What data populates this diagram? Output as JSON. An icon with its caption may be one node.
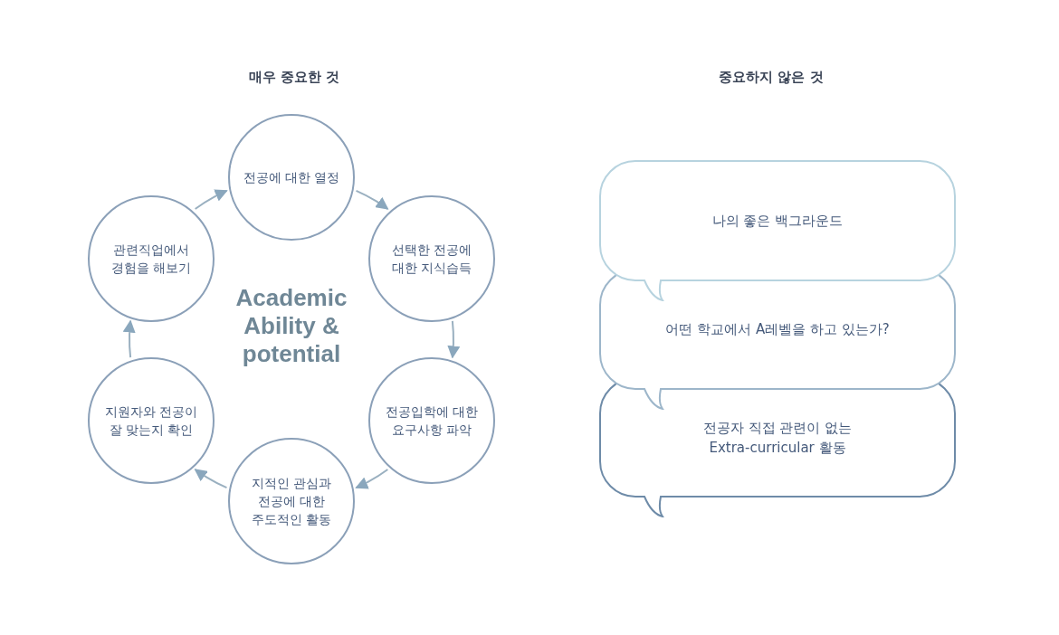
{
  "diagram": {
    "nodes": [
      {
        "text": [
          "전공에 대한 열정"
        ]
      },
      {
        "text": [
          "선택한 전공에 대한 지식습득"
        ]
      },
      {
        "text": [
          "전공입학에 대한 요구사항 파악"
        ]
      },
      {
        "text": [
          "지적인 관심과 전공에 대한 주도적인 활동"
        ]
      },
      {
        "text": [
          "지원자와 전공이 잘 맞는지 확인"
        ]
      },
      {
        "text": [
          "관련직업에서 경험을 해보기"
        ]
      },
      {
        "text": [
          "나의 좋은 백그라운드"
        ]
      },
      {
        "text": [
          "어떤 학교에서 A레벨을 하고 있는가?"
        ]
      },
      {
        "text": [
          "전공자 직접 관련이 없는 Extra-curricular 활동"
        ]
      }
    ],
    "edges": [
      {
        "from": 0,
        "to": 1,
        "arrow": "to"
      },
      {
        "from": 1,
        "to": 2,
        "arrow": "to"
      },
      {
        "from": 2,
        "to": 3,
        "arrow": "to"
      },
      {
        "from": 3,
        "to": 4,
        "arrow": "to"
      },
      {
        "from": 4,
        "to": 5,
        "arrow": "to"
      },
      {
        "from": 5,
        "to": 0,
        "arrow": "to"
      }
    ],
    "labels": [
      "매우 중요한 것",
      "중요하지 않은 것",
      "Academic Ability & potential"
    ]
  }
}
